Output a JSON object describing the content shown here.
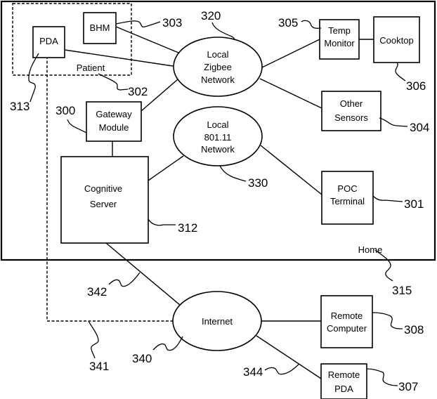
{
  "figure": {
    "containers": {
      "home": {
        "label": "Home",
        "ref": "315"
      },
      "patient": {
        "label": "Patient",
        "ref": "302"
      }
    },
    "nodes": {
      "pda": {
        "lines": [
          "PDA"
        ],
        "ref": "313"
      },
      "bhm": {
        "lines": [
          "BHM"
        ],
        "ref": "303"
      },
      "zigbee": {
        "lines": [
          "Local",
          "Zigbee",
          "Network"
        ],
        "ref": "320"
      },
      "temp_monitor": {
        "lines": [
          "Temp",
          "Monitor"
        ],
        "ref": "305"
      },
      "cooktop": {
        "lines": [
          "Cooktop"
        ],
        "ref": "306"
      },
      "other_sensors": {
        "lines": [
          "Other",
          "Sensors"
        ],
        "ref": "304"
      },
      "gateway": {
        "lines": [
          "Gateway",
          "Module"
        ],
        "ref": "300"
      },
      "wifi": {
        "lines": [
          "Local",
          "801.11",
          "Network"
        ],
        "ref": "330"
      },
      "cognitive_server": {
        "lines": [
          "Cognitive",
          "Server"
        ],
        "ref": "312"
      },
      "poc_terminal": {
        "lines": [
          "POC",
          "Terminal"
        ],
        "ref": "301"
      },
      "internet": {
        "lines": [
          "Internet"
        ],
        "ref": "340"
      },
      "remote_computer": {
        "lines": [
          "Remote",
          "Computer"
        ],
        "ref": "308"
      },
      "remote_pda": {
        "lines": [
          "Remote",
          "PDA"
        ],
        "ref": "307"
      }
    },
    "links": {
      "server_internet": {
        "ref": "342"
      },
      "pda_internet": {
        "ref": "341"
      },
      "internet_remote_pda": {
        "ref": "344"
      }
    }
  }
}
